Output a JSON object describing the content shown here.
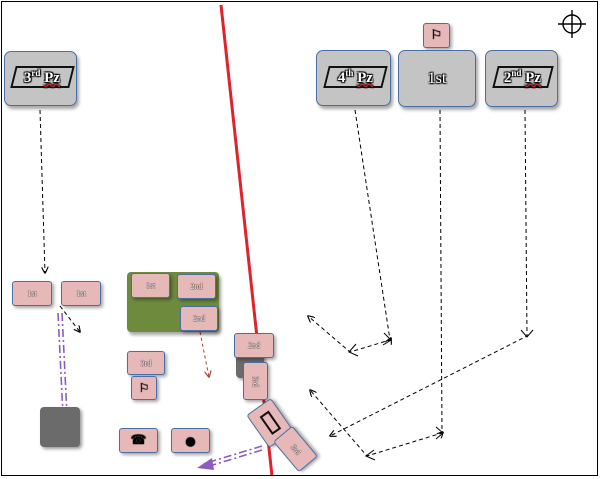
{
  "hq_labels": {
    "third_pz": {
      "num": "3",
      "ord": "rd",
      "pz": "Pz"
    },
    "fourth_pz": {
      "num": "4",
      "ord": "th",
      "pz": "Pz"
    },
    "first": "1st",
    "second_pz": {
      "num": "2",
      "ord": "nd",
      "pz": "Pz"
    }
  },
  "units": {
    "left_1st_a": "1st",
    "left_1st_b": "1st",
    "olive_1st": "1st",
    "olive_2nd_a": "2nd",
    "olive_2nd_b": "2nd",
    "third_mid": "3rd",
    "second_front": "2nd",
    "third_front_v": "3rd",
    "third_diag": "3rd"
  },
  "icons": {
    "crosshair": "crosshair-icon",
    "flag_top": "flag-icon",
    "flag_mid": "flag-icon",
    "phone": "phone-icon",
    "ball": "ball-icon"
  },
  "colors": {
    "front_line": "#e0222a",
    "dashed_arrow": "#000000",
    "red_arrow": "#b03a2e",
    "purple_arrow": "#8d5bbf",
    "unit_pink": "#e6b8b8",
    "hq_gray": "#c4c4c4",
    "olive": "#6e8b3d"
  }
}
